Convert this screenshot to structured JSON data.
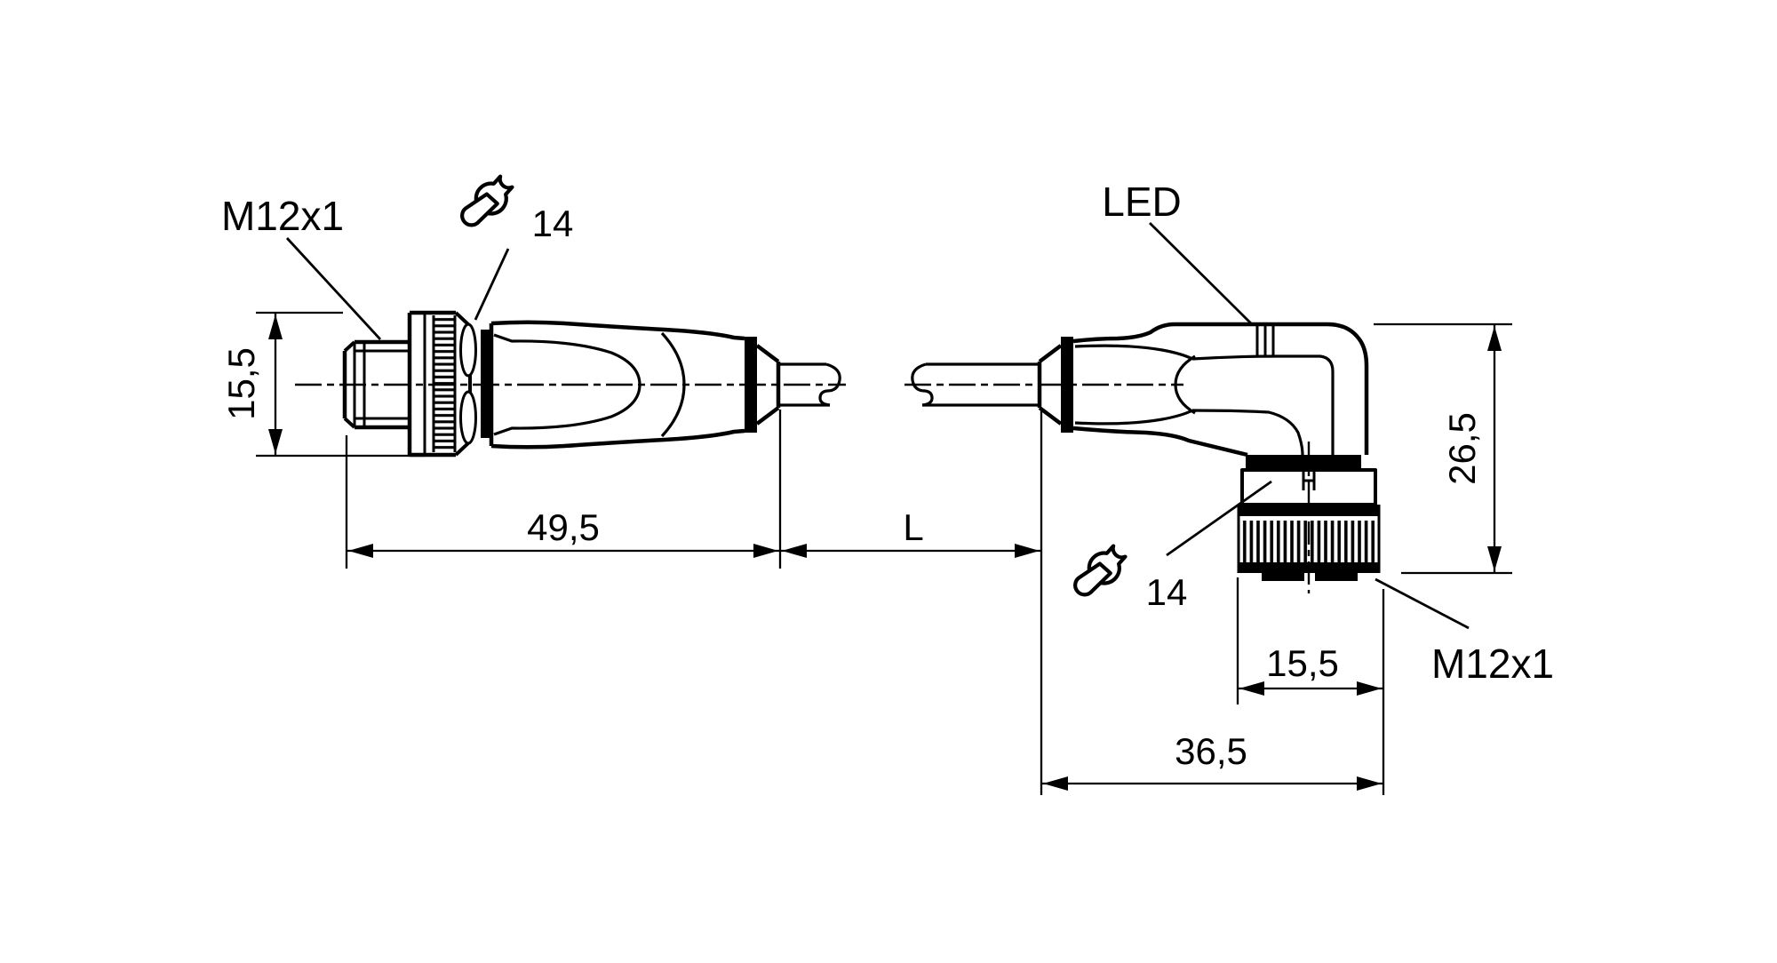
{
  "page": {
    "background": "#ffffff",
    "ink": "#000000",
    "type_hint": "technical dimensional drawing of M12 sensor cable with straight male connector and angled female connector"
  },
  "left_connector": {
    "thread_label": "M12x1",
    "wrench_size": "14",
    "diameter_dim": "15,5",
    "length_dim": "49,5"
  },
  "cable": {
    "length_label": "L"
  },
  "right_connector": {
    "led_label": "LED",
    "height_dim": "26,5",
    "wrench_size": "14",
    "nut_width_dim": "15,5",
    "length_dim": "36,5",
    "thread_label": "M12x1"
  },
  "icons": {
    "left_wrench": "wrench-icon",
    "right_wrench": "wrench-icon"
  }
}
